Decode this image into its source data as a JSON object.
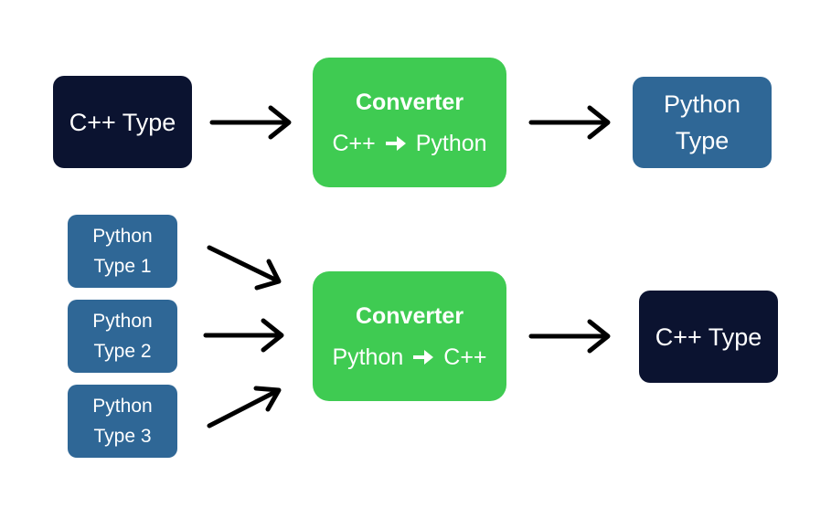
{
  "top_row": {
    "source": {
      "label": "C++ Type",
      "color": "#0b1330"
    },
    "converter": {
      "title": "Converter",
      "from": "C++",
      "to": "Python",
      "color": "#3fcb52"
    },
    "target": {
      "line1": "Python",
      "line2": "Type",
      "color": "#2f6796"
    }
  },
  "bottom_row": {
    "sources": [
      {
        "line1": "Python",
        "line2": "Type 1"
      },
      {
        "line1": "Python",
        "line2": "Type 2"
      },
      {
        "line1": "Python",
        "line2": "Type 3"
      }
    ],
    "converter": {
      "title": "Converter",
      "from": "Python",
      "to": "C++"
    },
    "target": {
      "label": "C++ Type"
    }
  },
  "connector_icon": "right-arrow-icon"
}
